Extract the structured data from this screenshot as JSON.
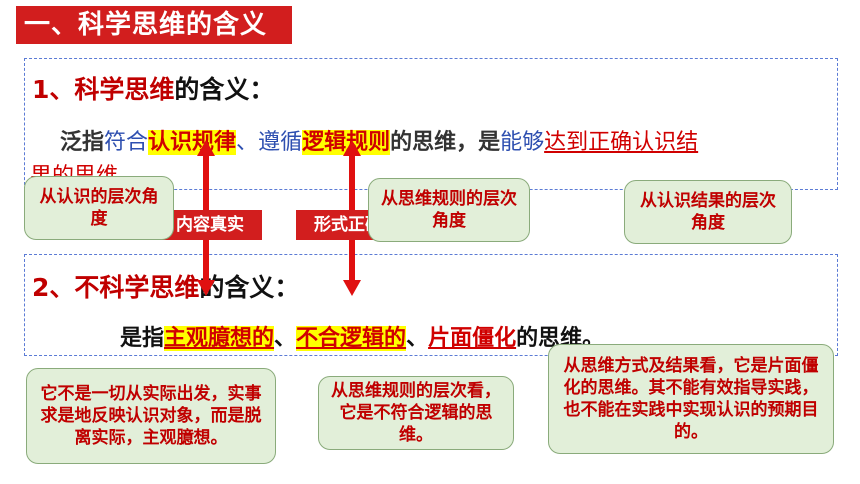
{
  "section_title": "一、科学思维的含义",
  "item1": {
    "heading_red": "1、科学思维",
    "heading_rest": "的含义：",
    "line_1": "泛指",
    "line_2": "符合",
    "line_3": "认识规律",
    "line_4": "、",
    "line_5": "遵循",
    "line_6": "逻辑规则",
    "line_7": "的思维，是",
    "line_8": "能够",
    "line_9": "达到正确认识结",
    "line_10": "果的思维"
  },
  "item2": {
    "heading_red": "2、不科学思维",
    "heading_rest": "的含义：",
    "line_1": "是指",
    "line_2": "主观臆想的",
    "line_3": "、",
    "line_4": "不合逻辑的",
    "line_5": "、",
    "line_6": "片面僵化",
    "line_7": "的思维。"
  },
  "bubbles": {
    "cognition_level": "从认识的层次角度",
    "thinking_rules": "从思维规则的层次角度",
    "result_level": "从认识结果的层次角度",
    "not_practical": "它不是一切从实际出发，实事求是地反映认识对象，而是脱离实际，主观臆想。",
    "illogical": "从思维规则的层次看，它是不符合逻辑的思维。",
    "rigid": "从思维方式及结果看，它是片面僵化的思维。其不能有效指导实践，也不能在实践中实现认识的预期目的。"
  },
  "labels": {
    "content_true": "内容真实",
    "form_correct": "形式正确"
  },
  "colors": {
    "accent_red": "#d21e1e",
    "highlight_yellow": "#ffff00",
    "bubble_green": "#e2efd9",
    "panel_border_blue": "#5b7bd5"
  }
}
